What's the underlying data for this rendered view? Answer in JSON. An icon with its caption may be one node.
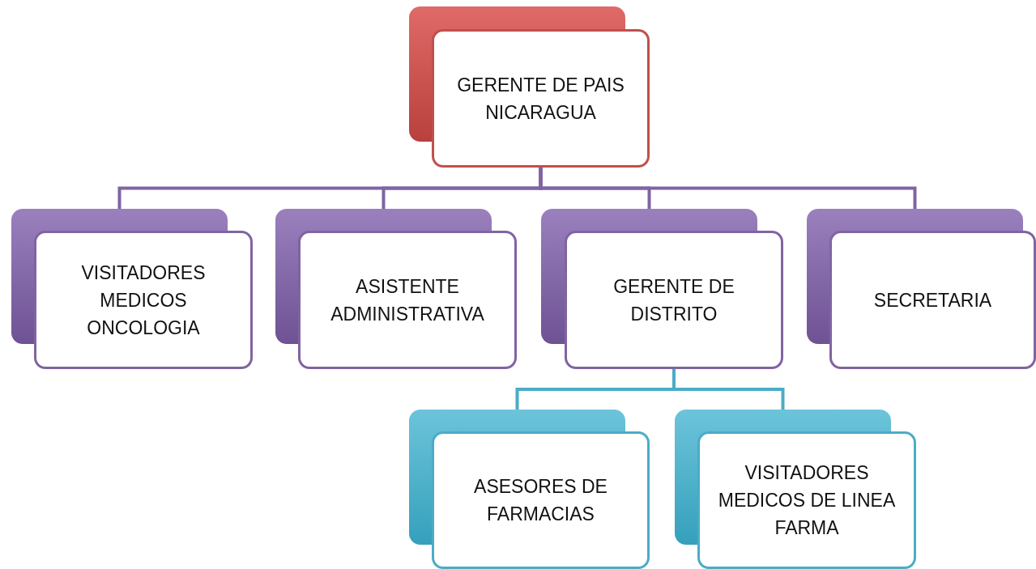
{
  "diagram": {
    "nodes": [
      {
        "text": [
          "GERENTE DE PAIS NICARAGUA"
        ]
      },
      {
        "text": [
          "VISITADORES MEDICOS ONCOLOGIA"
        ]
      },
      {
        "text": [
          "ASISTENTE ADMINISTRATIVA"
        ]
      },
      {
        "text": [
          "GERENTE DE DISTRITO"
        ]
      },
      {
        "text": [
          "SECRETARIA"
        ]
      },
      {
        "text": [
          "ASESORES DE FARMACIAS"
        ]
      },
      {
        "text": [
          "VISITADORES MEDICOS DE LINEA FARMA"
        ]
      }
    ],
    "edges": [
      {
        "from": 0,
        "to": 1,
        "arrow": "none"
      },
      {
        "from": 0,
        "to": 2,
        "arrow": "none"
      },
      {
        "from": 0,
        "to": 3,
        "arrow": "none"
      },
      {
        "from": 0,
        "to": 4,
        "arrow": "none"
      },
      {
        "from": 3,
        "to": 5,
        "arrow": "none",
        "color": "#4bacc6"
      },
      {
        "from": 3,
        "to": 6,
        "arrow": "none",
        "color": "#4bacc6"
      }
    ]
  }
}
